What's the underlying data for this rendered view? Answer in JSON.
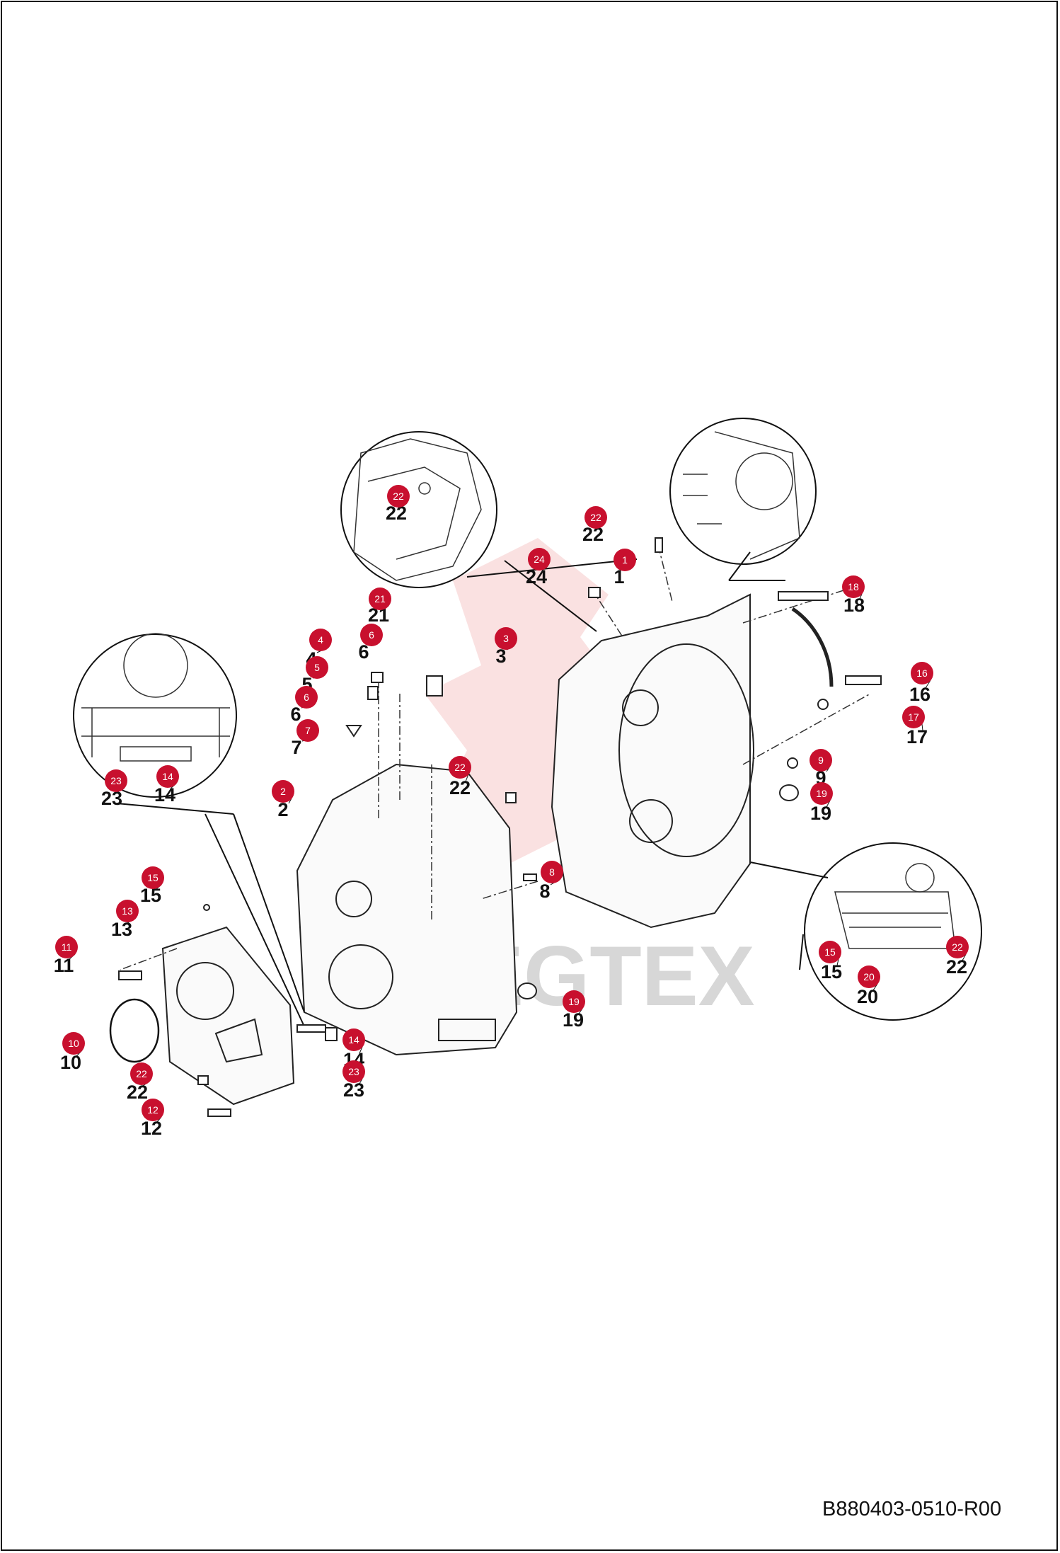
{
  "document_id": "B880403-0510-R00",
  "watermark_text": "MEGTEX",
  "colors": {
    "balloon": "#c8102e",
    "line": "#111111",
    "watermark_logo": "#f6c9c9"
  },
  "parts": [
    {
      "num": "1"
    },
    {
      "num": "2"
    },
    {
      "num": "3"
    },
    {
      "num": "4"
    },
    {
      "num": "5"
    },
    {
      "num": "6"
    },
    {
      "num": "7"
    },
    {
      "num": "8"
    },
    {
      "num": "9"
    },
    {
      "num": "10"
    },
    {
      "num": "11"
    },
    {
      "num": "12"
    },
    {
      "num": "13"
    },
    {
      "num": "14"
    },
    {
      "num": "15"
    },
    {
      "num": "16"
    },
    {
      "num": "17"
    },
    {
      "num": "18"
    },
    {
      "num": "19"
    },
    {
      "num": "20"
    },
    {
      "num": "21"
    },
    {
      "num": "22"
    },
    {
      "num": "23"
    },
    {
      "num": "24"
    }
  ],
  "callouts": [
    {
      "num": "22",
      "view": "detail-top"
    },
    {
      "num": "22",
      "view": "main"
    },
    {
      "num": "24",
      "view": "main"
    },
    {
      "num": "1",
      "view": "main"
    },
    {
      "num": "18",
      "view": "main"
    },
    {
      "num": "21",
      "view": "main"
    },
    {
      "num": "6",
      "view": "main"
    },
    {
      "num": "4",
      "view": "main"
    },
    {
      "num": "5",
      "view": "main"
    },
    {
      "num": "6",
      "view": "main"
    },
    {
      "num": "7",
      "view": "main"
    },
    {
      "num": "3",
      "view": "main"
    },
    {
      "num": "16",
      "view": "main"
    },
    {
      "num": "17",
      "view": "main"
    },
    {
      "num": "22",
      "view": "main"
    },
    {
      "num": "9",
      "view": "main"
    },
    {
      "num": "19",
      "view": "main"
    },
    {
      "num": "2",
      "view": "main"
    },
    {
      "num": "23",
      "view": "detail-left"
    },
    {
      "num": "14",
      "view": "detail-left"
    },
    {
      "num": "8",
      "view": "main"
    },
    {
      "num": "15",
      "view": "main"
    },
    {
      "num": "13",
      "view": "main"
    },
    {
      "num": "11",
      "view": "main"
    },
    {
      "num": "19",
      "view": "main"
    },
    {
      "num": "10",
      "view": "main"
    },
    {
      "num": "14",
      "view": "main"
    },
    {
      "num": "23",
      "view": "main"
    },
    {
      "num": "22",
      "view": "main"
    },
    {
      "num": "12",
      "view": "main"
    },
    {
      "num": "22",
      "view": "detail-right"
    },
    {
      "num": "15",
      "view": "detail-right"
    },
    {
      "num": "20",
      "view": "detail-right"
    }
  ]
}
